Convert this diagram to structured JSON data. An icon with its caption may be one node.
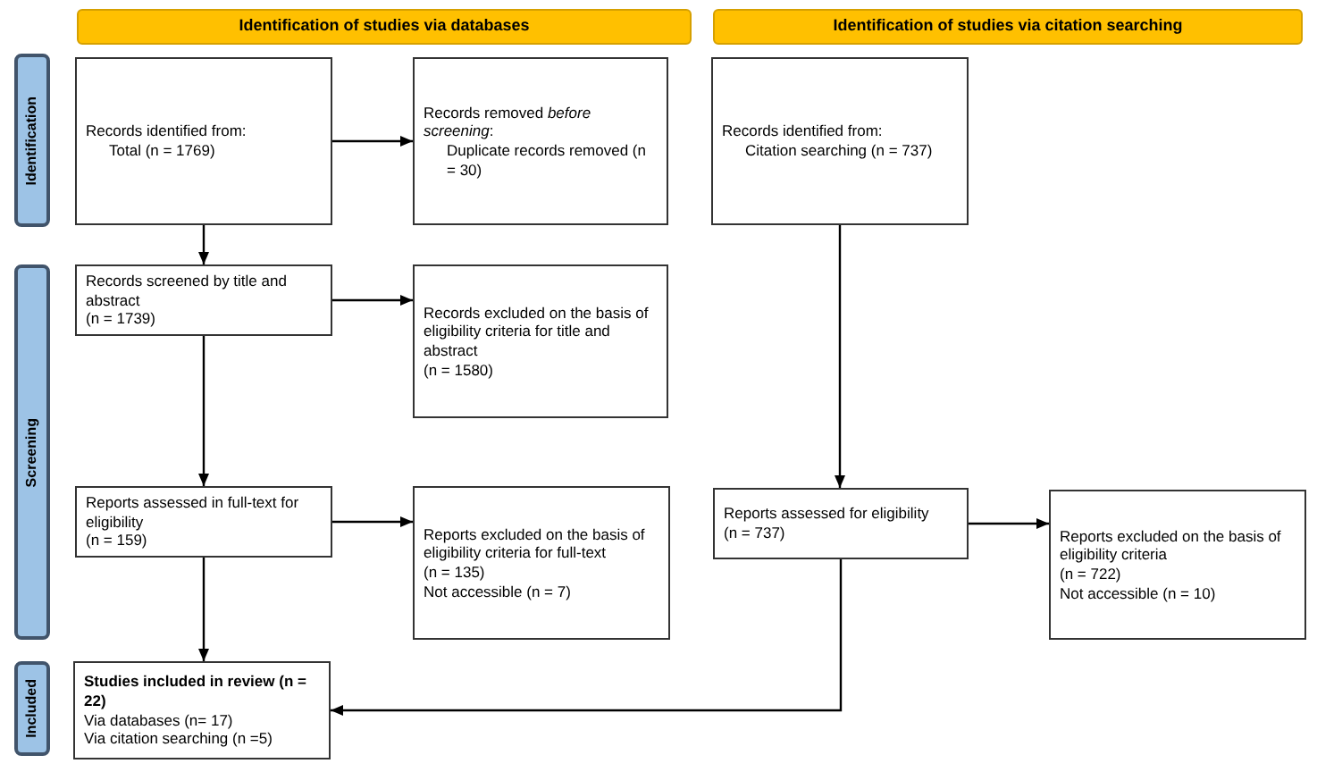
{
  "diagram": {
    "nodes": [
      {
        "text": [
          "Identification of studies via databases"
        ]
      },
      {
        "text": [
          "Identification of studies via citation searching"
        ]
      },
      {
        "text": [
          "Identification"
        ]
      },
      {
        "text": [
          "Screening"
        ]
      },
      {
        "text": [
          "Included"
        ]
      },
      {
        "text": [
          "Records identified from:",
          "Total (n = 1769)"
        ]
      },
      {
        "text": [
          "Records removed *before screening*:",
          "Duplicate records removed (n = 30)"
        ]
      },
      {
        "text": [
          "Records identified from:",
          "Citation searching (n = 737)"
        ]
      },
      {
        "text": [
          "Records screened by title and abstract",
          "(n = 1739)"
        ]
      },
      {
        "text": [
          "Records excluded on the basis of eligibility criteria for title and abstract",
          "(n = 1580)"
        ]
      },
      {
        "text": [
          "Reports assessed in full-text for eligibility",
          "(n = 159)"
        ]
      },
      {
        "text": [
          "Reports excluded on the basis of eligibility criteria for full-text",
          "(n = 135)",
          "Not accessible (n = 7)"
        ]
      },
      {
        "text": [
          "Reports assessed for eligibility",
          "(n = 737)"
        ]
      },
      {
        "text": [
          "Reports excluded on the basis of eligibility criteria",
          "(n = 722)",
          "Not accessible (n = 10)"
        ]
      },
      {
        "text": [
          "Studies included in review (n = 22)",
          "Via databases (n= 17)",
          "Via citation searching (n =5)"
        ]
      }
    ],
    "edges": [
      {
        "from": 5,
        "to": 6,
        "arrow": "to"
      },
      {
        "from": 5,
        "to": 8,
        "arrow": "to"
      },
      {
        "from": 8,
        "to": 9,
        "arrow": "to"
      },
      {
        "from": 8,
        "to": 10,
        "arrow": "to"
      },
      {
        "from": 10,
        "to": 11,
        "arrow": "to"
      },
      {
        "from": 10,
        "to": 14,
        "arrow": "to"
      },
      {
        "from": 7,
        "to": 12,
        "arrow": "to"
      },
      {
        "from": 12,
        "to": 13,
        "arrow": "to"
      },
      {
        "from": 12,
        "to": 14,
        "arrow": "to"
      }
    ]
  }
}
